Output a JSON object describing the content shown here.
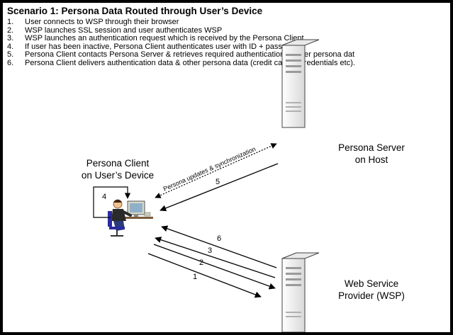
{
  "title": "Scenario 1: Persona Data Routed through User’s Device",
  "steps": [
    {
      "num": "1.",
      "text": "User connects to WSP through their browser"
    },
    {
      "num": "2.",
      "text": "WSP launches SSL session and user authenticates WSP"
    },
    {
      "num": "3.",
      "text": "WSP launches an authentication request which is received by the Persona Client"
    },
    {
      "num": "4.",
      "text": "If user has been inactive, Persona Client authenticates user with ID + password"
    },
    {
      "num": "5.",
      "text": "Persona Client contacts Persona Server & retrieves required authentication + other persona dat"
    },
    {
      "num": "6.",
      "text": "Persona Client delivers authentication data & other persona data (credit card #, credentials etc)."
    }
  ],
  "nodes": {
    "client": {
      "line1": "Persona Client",
      "line2": "on User’s Device"
    },
    "server": {
      "line1": "Persona Server",
      "line2": "on Host"
    },
    "wsp": {
      "line1": "Web Service",
      "line2": "Provider (WSP)"
    }
  },
  "arrows": {
    "sync": "Persona updates & synchronization",
    "a1": "1",
    "a2": "2",
    "a3": "3",
    "a4": "4",
    "a5": "5",
    "a6": "6"
  }
}
